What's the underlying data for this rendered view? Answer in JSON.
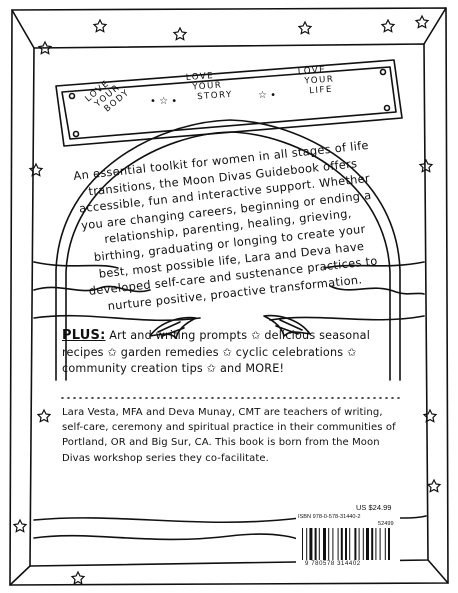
{
  "banner": {
    "left": [
      "LOVE",
      "YOUR",
      "BODY"
    ],
    "middle": [
      "LOVE",
      "YOUR",
      "STORY"
    ],
    "right": [
      "LOVE",
      "YOUR",
      "LIFE"
    ]
  },
  "blurb": "An essential toolkit for women in all stages of life transitions, the Moon Divas Guidebook offers accessible, fun and interactive support. Whether you are changing careers, beginning or ending a relationship, parenting, healing, grieving, birthing, graduating or longing to create your best, most possible life, Lara and Deva have developed self-care and sustenance practices to nurture positive, proactive transformation.",
  "plus": {
    "label": "PLUS:",
    "text": "Art and writing prompts ✩ delicious seasonal recipes ✩ garden remedies ✩ cyclic celebrations ✩ community creation tips ✩ and MORE!"
  },
  "bio": "Lara Vesta, MFA and Deva Munay, CMT are teachers of writing, self-care, ceremony and spiritual practice in their communities of Portland, OR and Big Sur, CA. This book is born from the Moon Divas workshop series they co-facilitate.",
  "price": "US $24.99",
  "isbn": "ISBN 978-0-578-31440-2",
  "price_code": "52499",
  "barcode_digits": "9 780578 314402"
}
